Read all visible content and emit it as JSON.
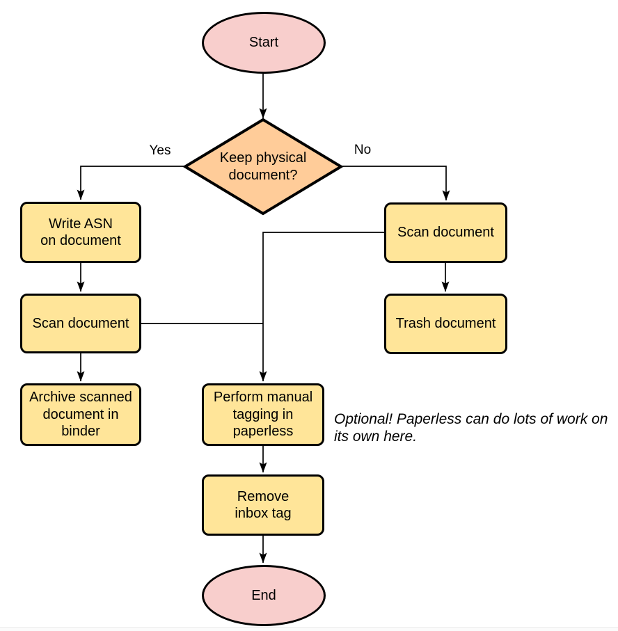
{
  "diagram": {
    "colors": {
      "terminal_fill": "#F8CECC",
      "decision_fill": "#FFCC99",
      "process_fill": "#FFE599",
      "stroke": "#000000"
    },
    "nodes": {
      "start": {
        "label": "Start"
      },
      "decision": {
        "label": "Keep physical\ndocument?"
      },
      "write_asn": {
        "label": "Write ASN\non document"
      },
      "scan_left": {
        "label": "Scan document"
      },
      "archive": {
        "label": "Archive scanned\ndocument in\nbinder"
      },
      "scan_right": {
        "label": "Scan document"
      },
      "trash": {
        "label": "Trash document"
      },
      "tagging": {
        "label": "Perform manual\ntagging in\npaperless"
      },
      "remove_inbox": {
        "label": "Remove\ninbox tag"
      },
      "end": {
        "label": "End"
      }
    },
    "edge_labels": {
      "yes": "Yes",
      "no": "No"
    },
    "annotation": "Optional! Paperless can do lots of work on\nits own here."
  }
}
